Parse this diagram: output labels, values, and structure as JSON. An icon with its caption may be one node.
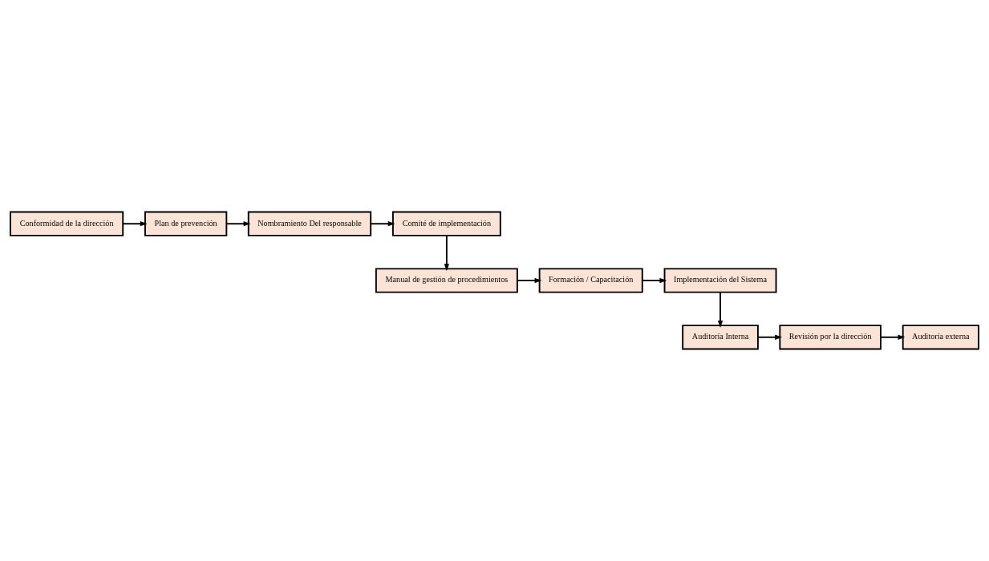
{
  "diagram": {
    "nodes": [
      {
        "text": [
          "Conformidad de la dirección"
        ]
      },
      {
        "text": [
          "Plan de prevención"
        ]
      },
      {
        "text": [
          "Nombramiento Del responsable"
        ]
      },
      {
        "text": [
          "Comité de implementación"
        ]
      },
      {
        "text": [
          "Manual de gestión de procedimientos"
        ]
      },
      {
        "text": [
          "Formación / Capacitación"
        ]
      },
      {
        "text": [
          "Implementación del Sistema"
        ]
      },
      {
        "text": [
          "Auditoría Interna"
        ]
      },
      {
        "text": [
          "Revisión por la dirección"
        ]
      },
      {
        "text": [
          "Auditoría externa"
        ]
      }
    ],
    "edges": [
      {
        "from": 0,
        "to": 1,
        "arrow": "to"
      },
      {
        "from": 1,
        "to": 2,
        "arrow": "to"
      },
      {
        "from": 2,
        "to": 3,
        "arrow": "to"
      },
      {
        "from": 3,
        "to": 4,
        "arrow": "to"
      },
      {
        "from": 4,
        "to": 5,
        "arrow": "to"
      },
      {
        "from": 5,
        "to": 6,
        "arrow": "to"
      },
      {
        "from": 6,
        "to": 7,
        "arrow": "to"
      },
      {
        "from": 7,
        "to": 8,
        "arrow": "to"
      },
      {
        "from": 8,
        "to": 9,
        "arrow": "to"
      }
    ]
  }
}
